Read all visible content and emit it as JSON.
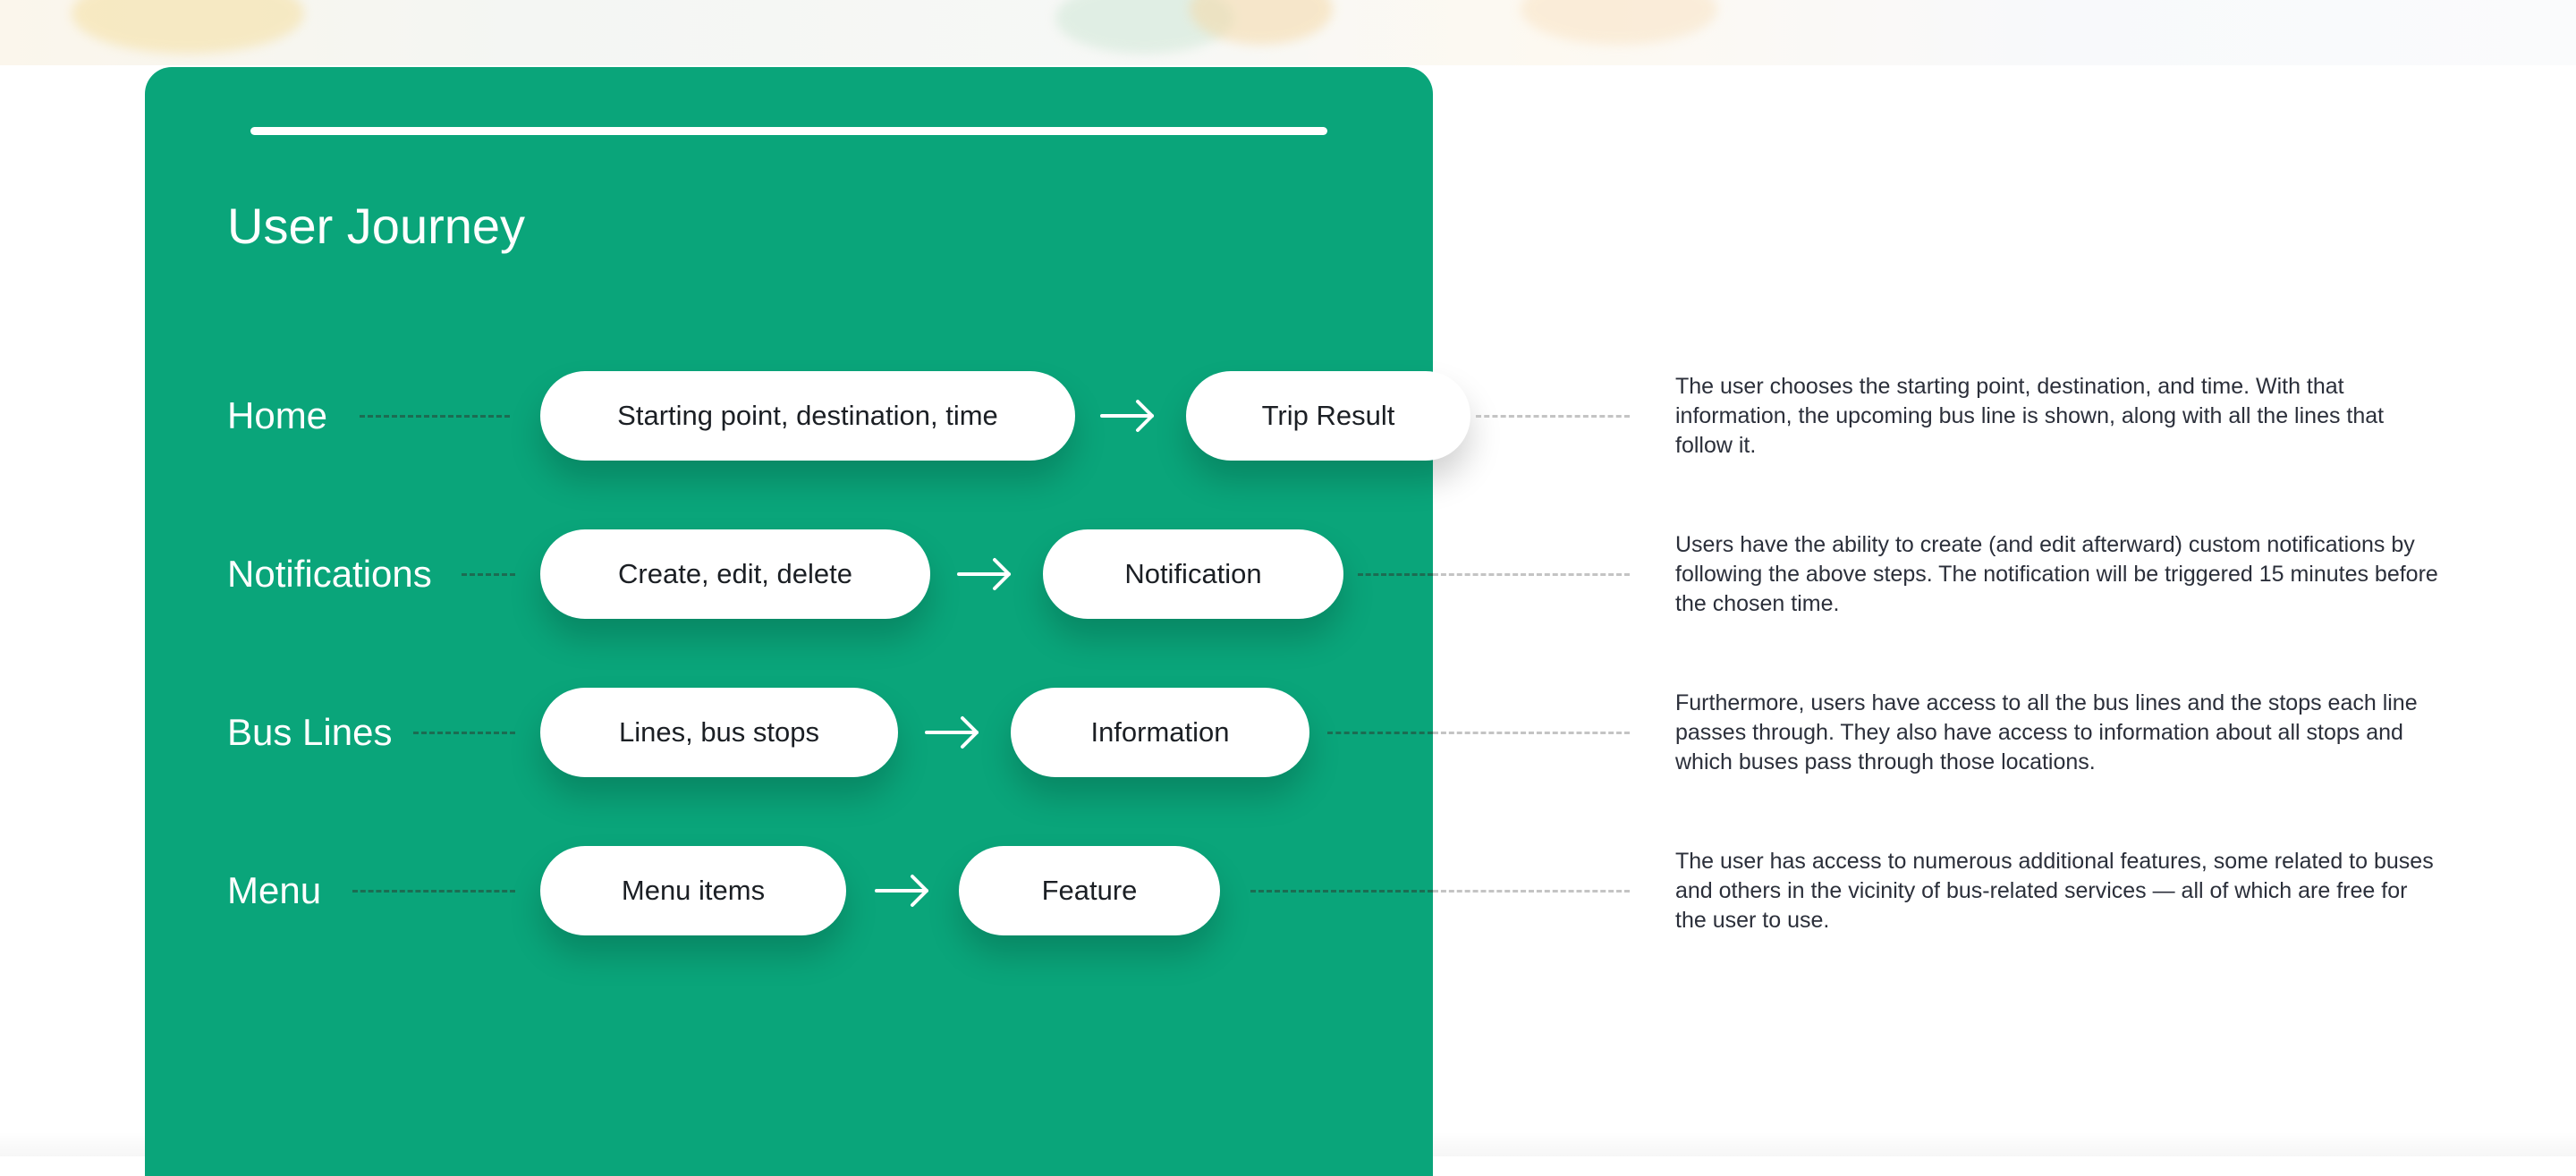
{
  "colors": {
    "panel": "#0aa57a",
    "pill": "#ffffff",
    "description_text": "#2b2f3a"
  },
  "journey": {
    "title": "User Journey",
    "rows": [
      {
        "label": "Home",
        "steps": [
          "Starting point, destination, time",
          "Trip Result"
        ],
        "description": "The user chooses the starting point, destination, and time. With that information, the upcoming bus line is shown, along with all the lines that follow it."
      },
      {
        "label": "Notifications",
        "steps": [
          "Create, edit, delete",
          "Notification"
        ],
        "description": "Users have the ability to create (and edit afterward) custom notifications by following the above steps. The notification will be triggered 15 minutes before the chosen time."
      },
      {
        "label": "Bus Lines",
        "steps": [
          "Lines, bus stops",
          "Information"
        ],
        "description": "Furthermore, users have access to all the bus lines and the stops each line passes through. They also have access to information about all stops and which buses pass through those locations."
      },
      {
        "label": "Menu",
        "steps": [
          "Menu items",
          "Feature"
        ],
        "description": "The user has access to numerous additional features, some related to buses and others in the vicinity of bus-related services — all of which are free for the user to use."
      }
    ]
  },
  "icons": {
    "flow_arrow": "arrow-right-icon"
  }
}
